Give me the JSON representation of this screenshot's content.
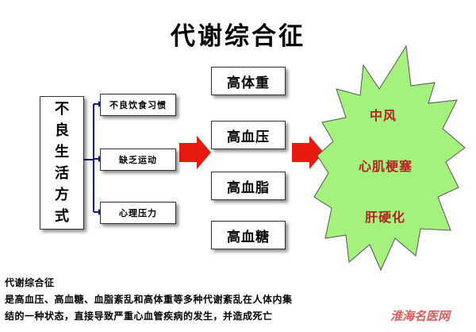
{
  "title": "代谢综合征",
  "lifestyle": "不良生活方式",
  "causes": [
    "不良饮食习惯",
    "缺乏运动",
    "心理压力"
  ],
  "conditions": [
    "高体重",
    "高血压",
    "高血脂",
    "高血糖"
  ],
  "diseases": [
    "中风",
    "心肌梗塞",
    "肝硬化"
  ],
  "note": {
    "heading": "代谢综合征",
    "line1": "是高血压、高血糖、血脂紊乱和高体重等多种代谢紊乱在人体内集",
    "line2": "结的一种状态，直接导致严重心血管疾病的发生，并造成死亡"
  },
  "watermark": "淮海名医网",
  "colors": {
    "arrow": "#e8190f",
    "burst": "#a4f27d",
    "disease_text": "#b22222",
    "connector": "#0a1a8c"
  }
}
